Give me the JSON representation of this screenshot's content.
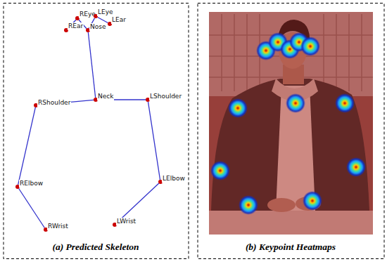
{
  "diagram": {
    "nodes": [
      {
        "text": [
          "REye"
        ]
      },
      {
        "text": [
          "LEye"
        ]
      },
      {
        "text": [
          "REar"
        ]
      },
      {
        "text": [
          "LEar"
        ]
      },
      {
        "text": [
          "Nose"
        ]
      },
      {
        "text": [
          "Neck"
        ]
      },
      {
        "text": [
          "RShoulder"
        ]
      },
      {
        "text": [
          "LShoulder"
        ]
      },
      {
        "text": [
          "RElbow"
        ]
      },
      {
        "text": [
          "LElbow"
        ]
      },
      {
        "text": [
          "RWrist"
        ]
      },
      {
        "text": [
          "LWrist"
        ]
      }
    ],
    "edges": [
      {
        "from": 4,
        "to": 0,
        "arrow": "none"
      },
      {
        "from": 0,
        "to": 2,
        "arrow": "none"
      },
      {
        "from": 4,
        "to": 1,
        "arrow": "none"
      },
      {
        "from": 1,
        "to": 3,
        "arrow": "none"
      },
      {
        "from": 5,
        "to": 4,
        "arrow": "none"
      },
      {
        "from": 5,
        "to": 6,
        "arrow": "none"
      },
      {
        "from": 6,
        "to": 8,
        "arrow": "none"
      },
      {
        "from": 8,
        "to": 10,
        "arrow": "none"
      },
      {
        "from": 5,
        "to": 7,
        "arrow": "none"
      },
      {
        "from": 7,
        "to": 9,
        "arrow": "none"
      },
      {
        "from": 9,
        "to": 11,
        "arrow": "none"
      }
    ],
    "labels": [
      "(a) Predicted Skeleton",
      "(b) Keypoint Heatmaps"
    ]
  }
}
